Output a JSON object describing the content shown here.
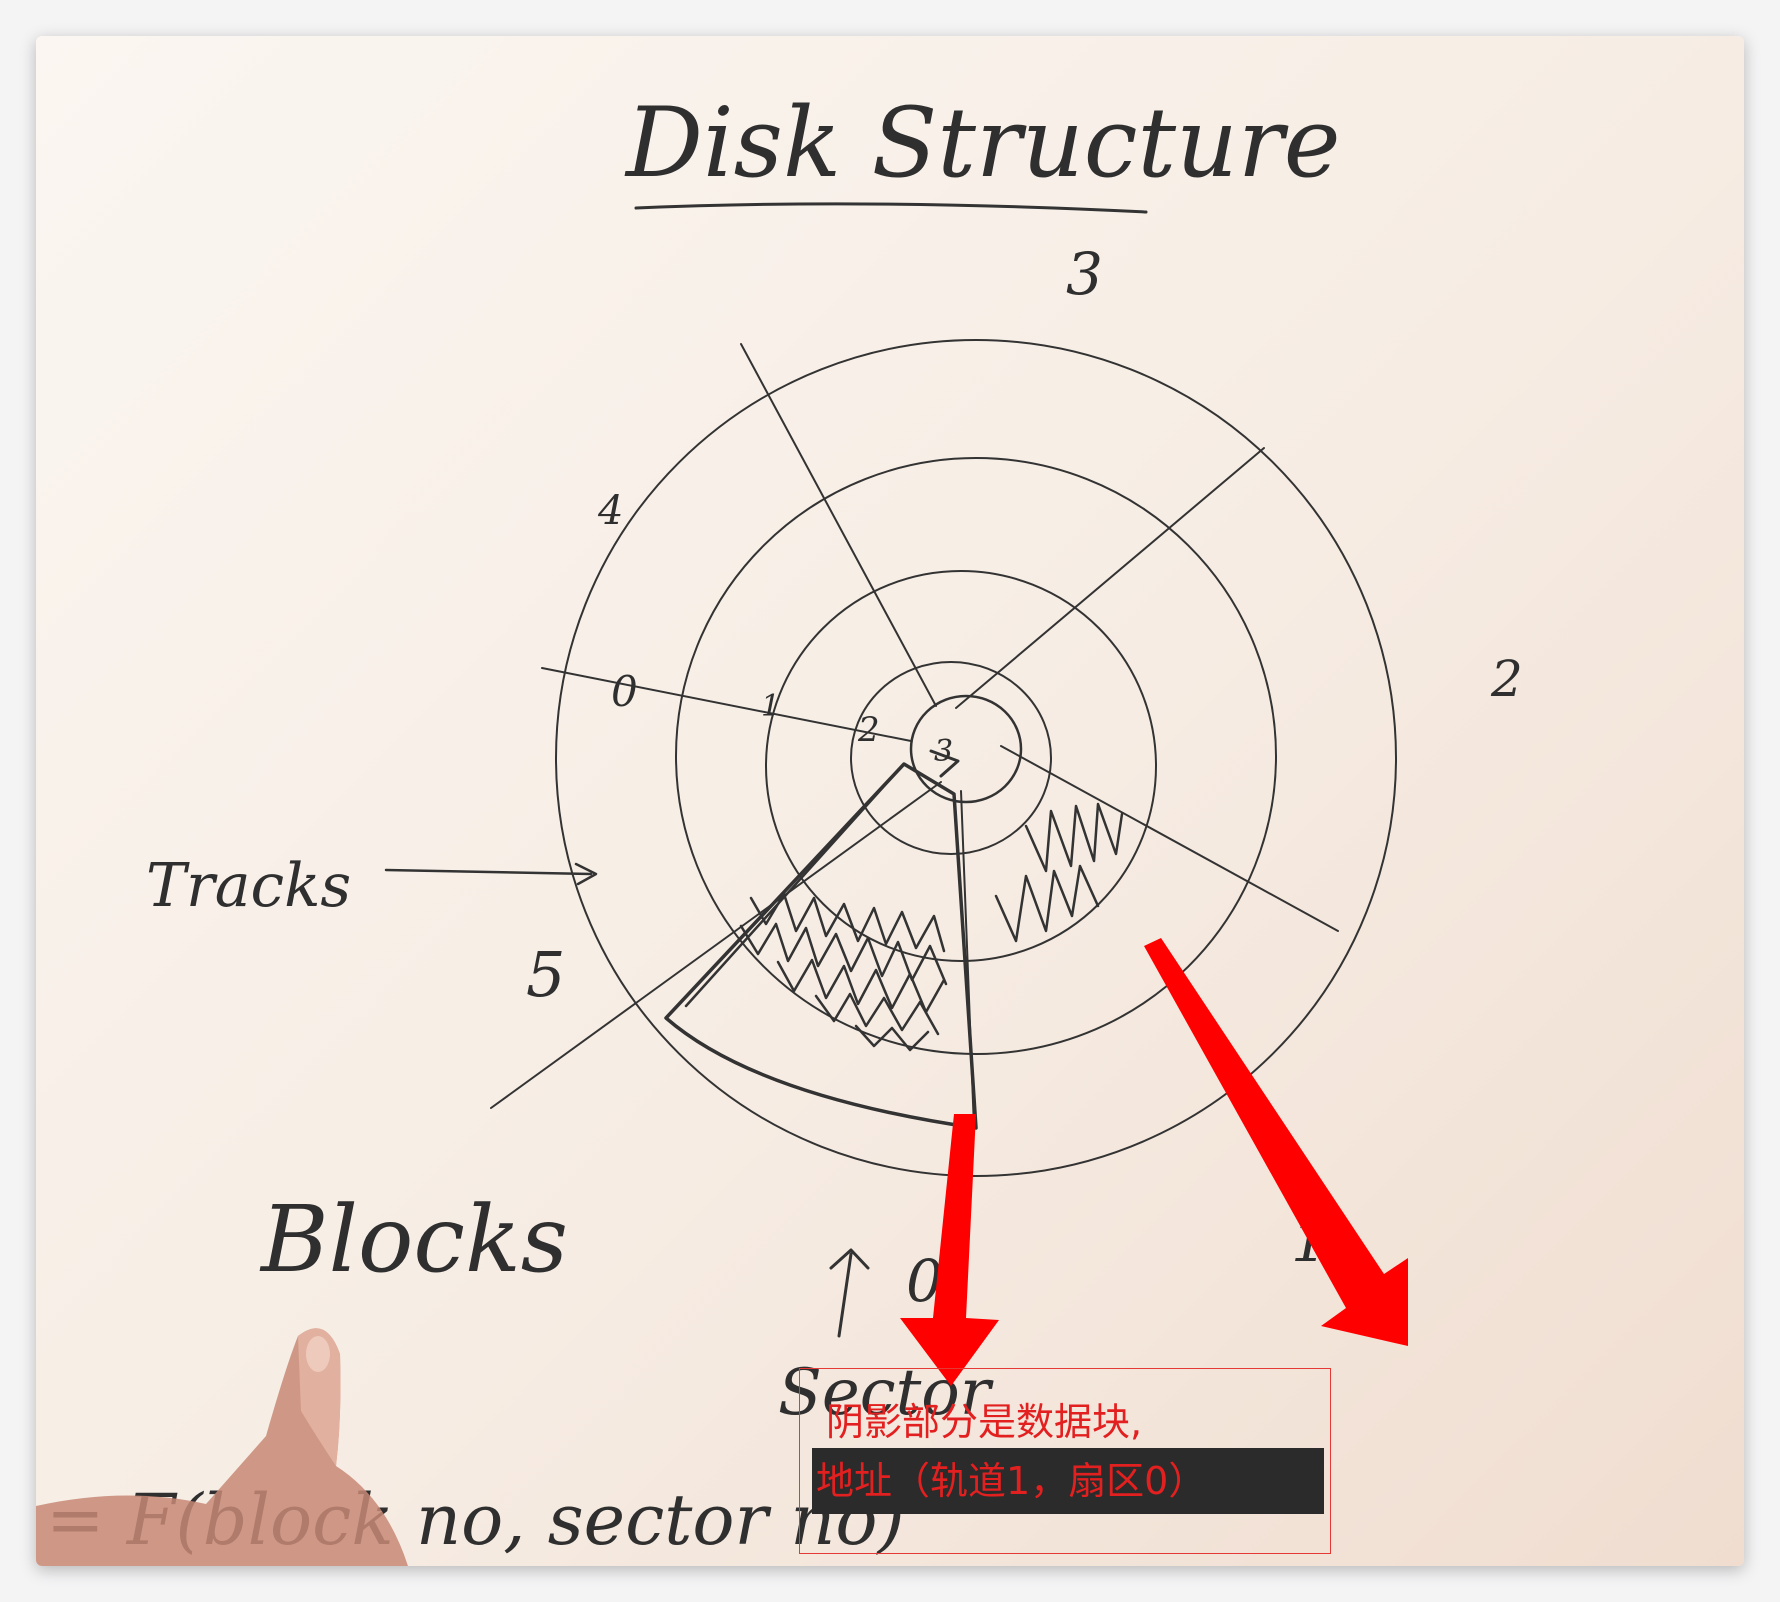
{
  "title": "Disk Structure",
  "sector_numbers": [
    "0",
    "1",
    "2",
    "3",
    "4",
    "5"
  ],
  "track_numbers": [
    "0",
    "1",
    "2",
    "3"
  ],
  "labels": {
    "tracks": "Tracks",
    "blocks": "Blocks",
    "sector": "Sector",
    "formula": "= F(block no, sector no)"
  },
  "annotation": {
    "line1": "阴影部分是数据块,",
    "line2": "地址（轨道1，扇区0）"
  },
  "colors": {
    "arrow": "#ff0000",
    "annotation_text": "#e32020",
    "annotation_border": "#e53935",
    "highlight_bg": "#2b2b2b"
  }
}
